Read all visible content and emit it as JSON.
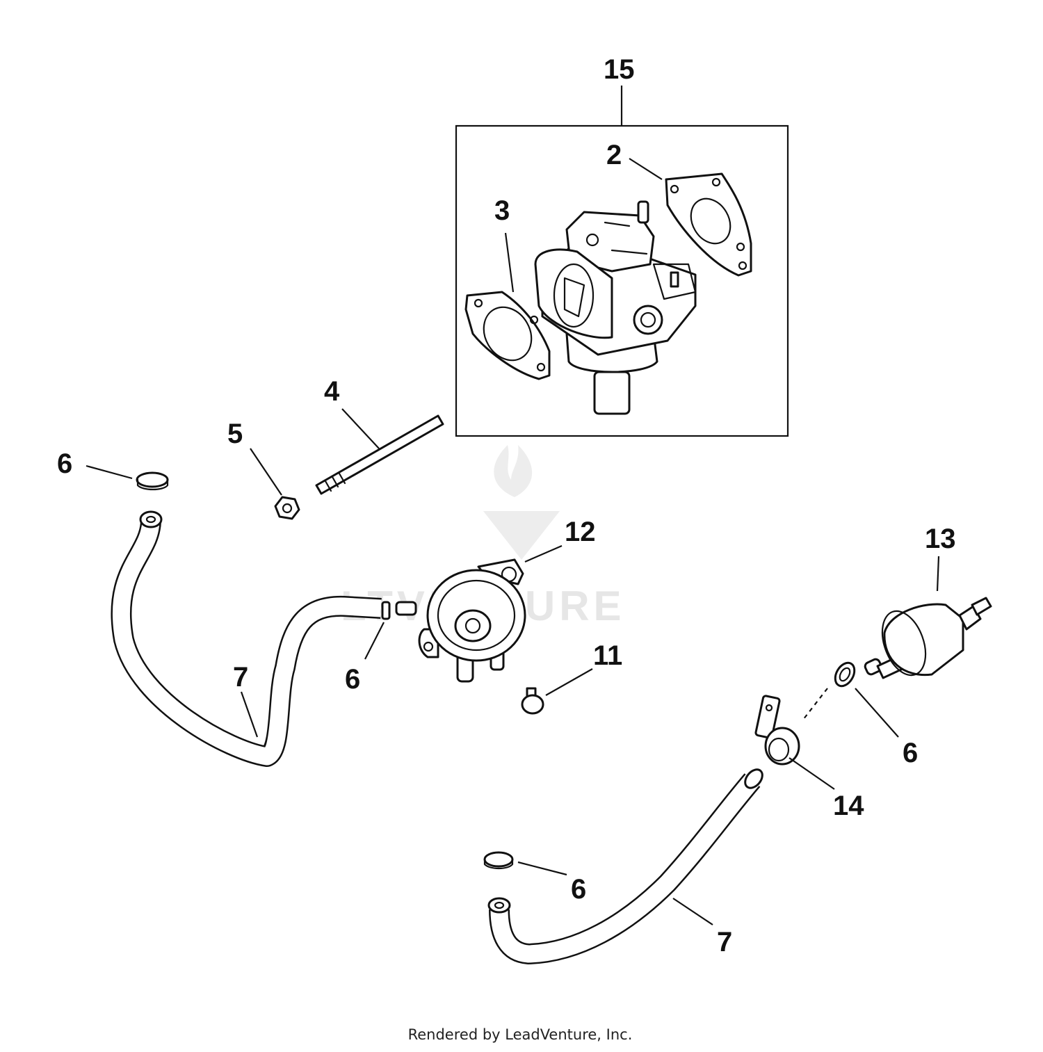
{
  "callouts": {
    "c15": "15",
    "c2": "2",
    "c3": "3",
    "c4": "4",
    "c5": "5",
    "c6_top_left": "6",
    "c12": "12",
    "c13": "13",
    "c11": "11",
    "c6_pump": "6",
    "c7_left": "7",
    "c6_filter": "6",
    "c14": "14",
    "c6_bottom": "6",
    "c7_bottom": "7"
  },
  "watermark": "LTVENTURE",
  "footer": "Rendered by LeadVenture, Inc."
}
